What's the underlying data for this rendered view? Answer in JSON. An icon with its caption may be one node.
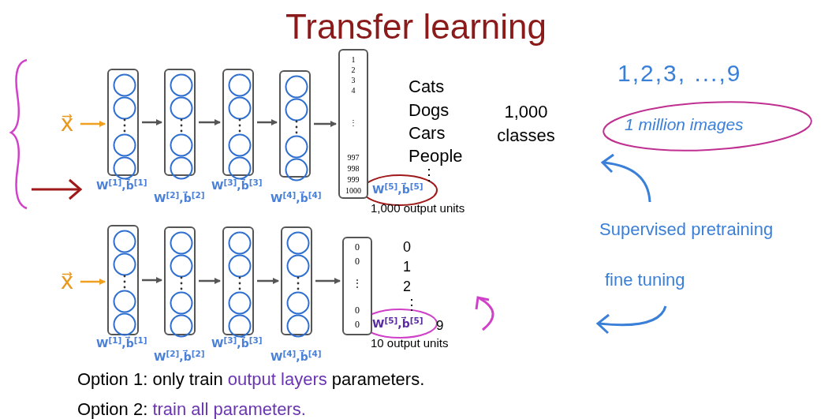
{
  "diagram": {
    "title": "Transfer learning",
    "nodes": [
      {
        "text": [
          "x⃗"
        ]
      },
      {
        "text": [],
        "shape": "box",
        "beside": [
          "W$^{[1]}$,b⃗$^{[1]}$"
        ]
      },
      {
        "text": [],
        "shape": "box",
        "beside": [
          "W$^{[2]}$,b⃗$^{[2]}$"
        ]
      },
      {
        "text": [],
        "shape": "box",
        "beside": [
          "W$^{[3]}$,b⃗$^{[3]}$"
        ]
      },
      {
        "text": [],
        "shape": "box",
        "beside": [
          "W$^{[4]}$,b⃗$^{[4]}$"
        ]
      },
      {
        "text": [
          "1",
          "2",
          "3",
          "4",
          "⋮",
          "997",
          "998",
          "999",
          "1000"
        ],
        "beside": [
          "W$^{[5]}$,b⃗$^{[5]}$",
          "1,000 output units"
        ]
      },
      {
        "text": [
          "x⃗"
        ]
      },
      {
        "text": [],
        "shape": "box",
        "beside": [
          "W$^{[1]}$,b⃗$^{[1]}$"
        ]
      },
      {
        "text": [],
        "shape": "box",
        "beside": [
          "W$^{[2]}$,b⃗$^{[2]}$"
        ]
      },
      {
        "text": [],
        "shape": "box",
        "beside": [
          "W$^{[3]}$,b⃗$^{[3]}$"
        ]
      },
      {
        "text": [],
        "shape": "box",
        "beside": [
          "W$^{[4]}$,b⃗$^{[4]}$"
        ]
      },
      {
        "text": [
          "0",
          "0",
          "⋮",
          "0",
          "0"
        ],
        "beside": [
          "W$^{[5]}$,b⃗$^{[5]}$",
          "10 output units"
        ]
      }
    ],
    "edges": [
      {
        "from": 0,
        "to": 1,
        "arrow": "to",
        "color": "#f0a020"
      },
      {
        "from": 1,
        "to": 2,
        "arrow": "to"
      },
      {
        "from": 2,
        "to": 3,
        "arrow": "to"
      },
      {
        "from": 3,
        "to": 4,
        "arrow": "to"
      },
      {
        "from": 4,
        "to": 5,
        "arrow": "to"
      },
      {
        "from": 6,
        "to": 7,
        "arrow": "to",
        "color": "#f0a020"
      },
      {
        "from": 7,
        "to": 8,
        "arrow": "to"
      },
      {
        "from": 8,
        "to": 9,
        "arrow": "to"
      },
      {
        "from": 9,
        "to": 10,
        "arrow": "to"
      },
      {
        "from": 10,
        "to": 11,
        "arrow": "to"
      }
    ],
    "labels": [
      "Cats",
      "Dogs",
      "Cars",
      "People",
      "⋮",
      "1,000 classes",
      "1,2,3, ...,9",
      "1 million images",
      "Supervised pretraining",
      "0",
      "1",
      "2",
      "⋮",
      "9",
      "fine tuning",
      "Option 1: only train",
      "output layers",
      "parameters.",
      "Option 2:",
      "train all parameters."
    ]
  }
}
